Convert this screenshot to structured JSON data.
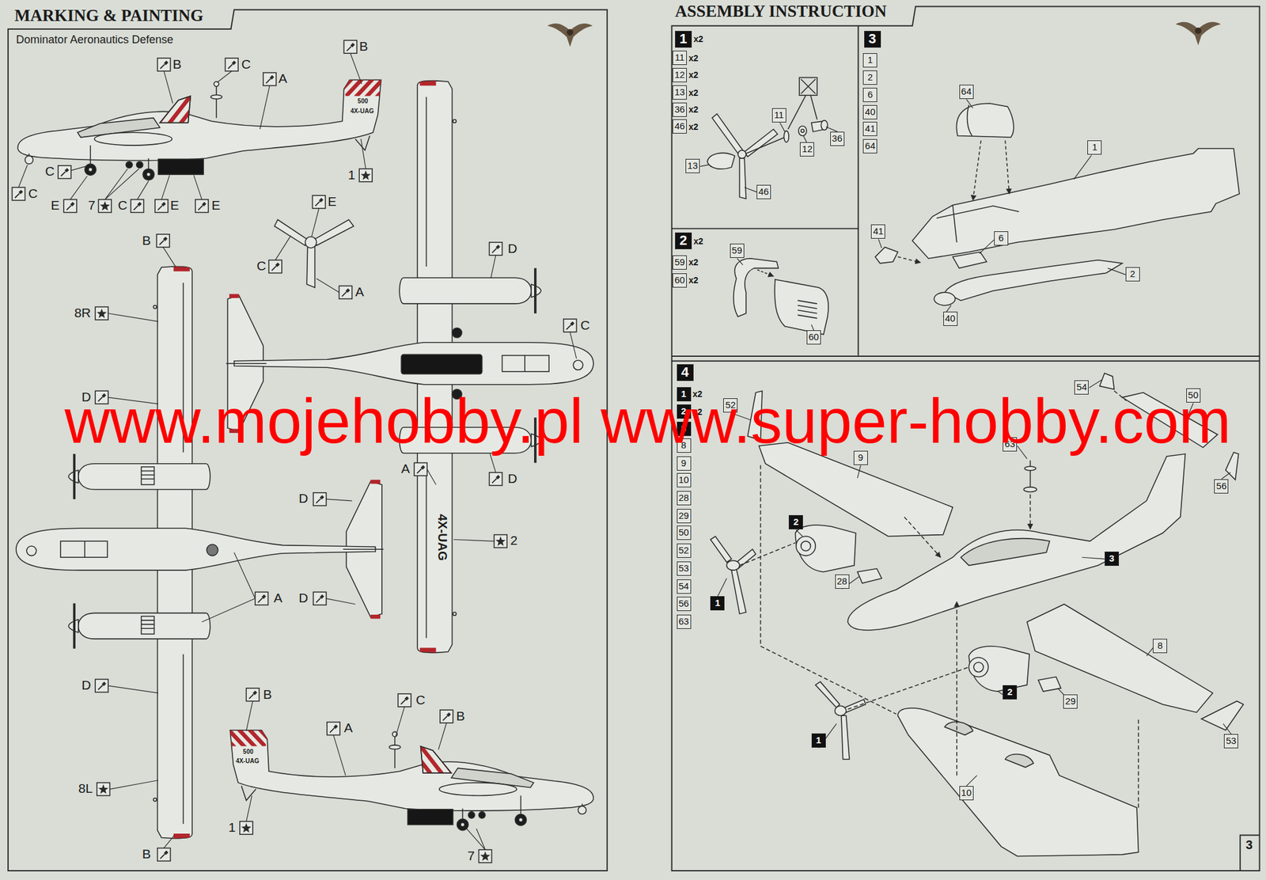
{
  "diagram": {
    "nodes": [
      {
        "text": [
          "1",
          "x2"
        ]
      },
      {
        "text": [
          "11",
          "x2"
        ]
      },
      {
        "text": [
          "12",
          "x2"
        ]
      },
      {
        "text": [
          "13",
          "x2"
        ]
      },
      {
        "text": [
          "36",
          "x2"
        ]
      },
      {
        "text": [
          "46",
          "x2"
        ]
      },
      {
        "text": [
          "11"
        ]
      },
      {
        "text": [
          "12"
        ]
      },
      {
        "text": [
          "36"
        ]
      },
      {
        "text": [
          "13"
        ]
      },
      {
        "text": [
          "46"
        ]
      },
      {
        "text": [
          "2",
          "x2"
        ]
      },
      {
        "text": [
          "59",
          "x2"
        ]
      },
      {
        "text": [
          "60",
          "x2"
        ]
      },
      {
        "text": [
          "59"
        ]
      },
      {
        "text": [
          "60"
        ]
      },
      {
        "text": [
          "3"
        ]
      },
      {
        "text": [
          "1"
        ]
      },
      {
        "text": [
          "2"
        ]
      },
      {
        "text": [
          "6"
        ]
      },
      {
        "text": [
          "40"
        ]
      },
      {
        "text": [
          "41"
        ]
      },
      {
        "text": [
          "64"
        ]
      },
      {
        "text": [
          "64"
        ]
      },
      {
        "text": [
          "1"
        ]
      },
      {
        "text": [
          "41"
        ]
      },
      {
        "text": [
          "6"
        ]
      },
      {
        "text": [
          "2"
        ]
      },
      {
        "text": [
          "40"
        ]
      },
      {
        "text": [
          "4"
        ]
      },
      {
        "text": [
          "1",
          "x2"
        ]
      },
      {
        "text": [
          "2",
          "x2"
        ]
      },
      {
        "text": [
          "3"
        ]
      },
      {
        "text": [
          "8"
        ]
      },
      {
        "text": [
          "9"
        ]
      },
      {
        "text": [
          "10"
        ]
      },
      {
        "text": [
          "28"
        ]
      },
      {
        "text": [
          "29"
        ]
      },
      {
        "text": [
          "50"
        ]
      },
      {
        "text": [
          "52"
        ]
      },
      {
        "text": [
          "53"
        ]
      },
      {
        "text": [
          "54"
        ]
      },
      {
        "text": [
          "56"
        ]
      },
      {
        "text": [
          "63"
        ]
      },
      {
        "text": [
          "52"
        ]
      },
      {
        "text": [
          "54"
        ]
      },
      {
        "text": [
          "50"
        ]
      },
      {
        "text": [
          "9"
        ]
      },
      {
        "text": [
          "63"
        ]
      },
      {
        "text": [
          "56"
        ]
      },
      {
        "text": [
          "2"
        ]
      },
      {
        "text": [
          "3"
        ]
      },
      {
        "text": [
          "28"
        ]
      },
      {
        "text": [
          "1"
        ]
      },
      {
        "text": [
          "8"
        ]
      },
      {
        "text": [
          "2"
        ]
      },
      {
        "text": [
          "29"
        ]
      },
      {
        "text": [
          "1"
        ]
      },
      {
        "text": [
          "53"
        ]
      },
      {
        "text": [
          "10"
        ]
      }
    ],
    "labels": [
      "MARKING & PAINTING",
      "Dominator Aeronautics Defense",
      "B",
      "C",
      "A",
      "B",
      "500",
      "4X-UAG",
      "1",
      "C",
      "C",
      "E",
      "7",
      "C",
      "E",
      "E",
      "E",
      "C",
      "A",
      "D",
      "C",
      "A",
      "D",
      "4X-UAG",
      "2",
      "B",
      "8R",
      "D",
      "D",
      "A",
      "D",
      "D",
      "8L",
      "B",
      "B",
      "C",
      "B",
      "A",
      "500",
      "4X-UAG",
      "1",
      "7",
      "ASSEMBLY INSTRUCTION",
      "3",
      "www.mojehobby.pl www.super-hobby.com"
    ]
  }
}
